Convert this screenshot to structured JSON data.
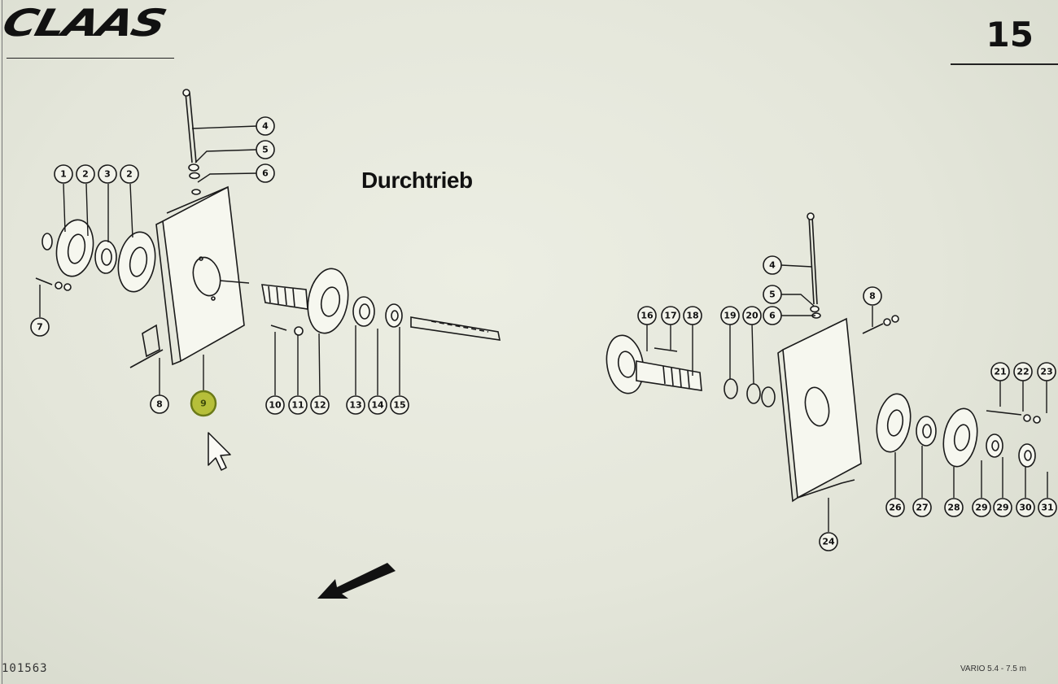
{
  "header": {
    "logo_text": "CLAAS",
    "page_number": "15"
  },
  "diagram": {
    "title": "Durchtrieb",
    "highlight_color": "#b6bf3a",
    "callouts_left": [
      "1",
      "2",
      "3",
      "2",
      "4",
      "5",
      "6",
      "7",
      "8",
      "9",
      "10",
      "11",
      "12",
      "13",
      "14",
      "15"
    ],
    "callouts_right": [
      "4",
      "5",
      "6",
      "8",
      "16",
      "17",
      "18",
      "19",
      "20",
      "6",
      "21",
      "22",
      "23",
      "24",
      "26",
      "27",
      "28",
      "29",
      "29",
      "30",
      "31"
    ]
  },
  "footer": {
    "doc_number": "101563",
    "model": "VARIO 5.4 - 7.5 m"
  },
  "cursor": {
    "icon": "arrow-cursor-icon"
  },
  "arrow": {
    "icon": "direction-arrow-icon"
  }
}
